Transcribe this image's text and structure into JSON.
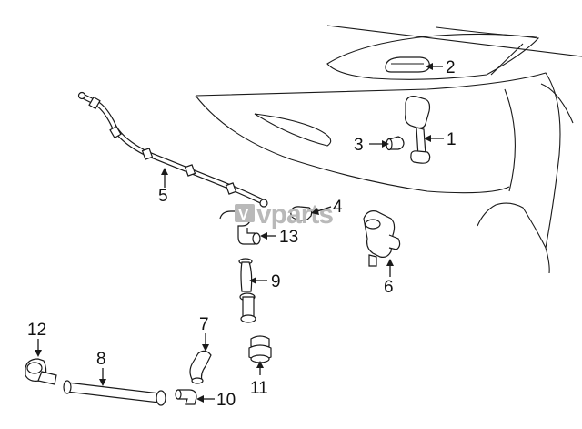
{
  "watermark": {
    "brand": "vparts",
    "mark": "V"
  },
  "callouts": [
    {
      "id": "c1",
      "label": "1"
    },
    {
      "id": "c2",
      "label": "2"
    },
    {
      "id": "c3",
      "label": "3"
    },
    {
      "id": "c4",
      "label": "4"
    },
    {
      "id": "c5",
      "label": "5"
    },
    {
      "id": "c6",
      "label": "6"
    },
    {
      "id": "c7",
      "label": "7"
    },
    {
      "id": "c8",
      "label": "8"
    },
    {
      "id": "c9",
      "label": "9"
    },
    {
      "id": "c10",
      "label": "10"
    },
    {
      "id": "c11",
      "label": "11"
    },
    {
      "id": "c12",
      "label": "12"
    },
    {
      "id": "c13",
      "label": "13"
    }
  ]
}
